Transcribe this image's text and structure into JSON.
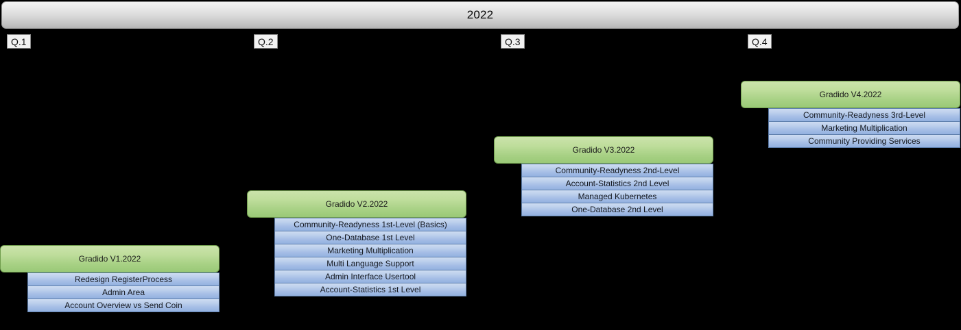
{
  "timeline": {
    "year_label": "2022",
    "quarters": [
      {
        "label": "Q.1"
      },
      {
        "label": "Q.2"
      },
      {
        "label": "Q.3"
      },
      {
        "label": "Q.4"
      }
    ]
  },
  "colors": {
    "background": "#000000",
    "year_bar": "#d8d8d8",
    "release_header": "#a8d185",
    "feature_bar": "#a7bfe6",
    "quarter_label_bg": "#f2f2f2"
  },
  "releases": [
    {
      "title": "Gradido V1.2022",
      "quarter": "Q.1",
      "features": [
        {
          "label": "Redesign RegisterProcess"
        },
        {
          "label": "Admin Area"
        },
        {
          "label": "Account Overview vs Send Coin"
        }
      ]
    },
    {
      "title": "Gradido V2.2022",
      "quarter": "Q.2",
      "features": [
        {
          "label": "Community-Readyness 1st-Level (Basics)"
        },
        {
          "label": "One-Database 1st Level"
        },
        {
          "label": "Marketing Multiplication"
        },
        {
          "label": "Multi Language Support"
        },
        {
          "label": "Admin Interface Usertool"
        },
        {
          "label": "Account-Statistics 1st Level"
        }
      ]
    },
    {
      "title": "Gradido V3.2022",
      "quarter": "Q.3",
      "features": [
        {
          "label": "Community-Readyness 2nd-Level"
        },
        {
          "label": "Account-Statistics 2nd Level"
        },
        {
          "label": "Managed Kubernetes"
        },
        {
          "label": "One-Database 2nd Level"
        }
      ]
    },
    {
      "title": "Gradido V4.2022",
      "quarter": "Q.4",
      "features": [
        {
          "label": "Community-Readyness 3rd-Level"
        },
        {
          "label": "Marketing Multiplication"
        },
        {
          "label": "Community Providing Services"
        }
      ]
    }
  ]
}
